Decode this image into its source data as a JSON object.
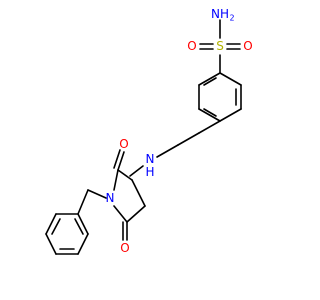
{
  "structure": {
    "atoms": {
      "sulfur": "S",
      "oxygen_left_sulfonyl": "O",
      "oxygen_right_sulfonyl": "O",
      "sulfonamide_n": "NH",
      "sulfonamide_h_sub": "2",
      "amine_n": "N",
      "amine_h": "H",
      "ring_n": "N",
      "carbonyl_o_top": "O",
      "carbonyl_o_bottom": "O"
    },
    "colors": {
      "bond": "#000000",
      "oxygen": "#ff0000",
      "nitrogen": "#0000ff",
      "sulfur": "#b3b300"
    }
  }
}
